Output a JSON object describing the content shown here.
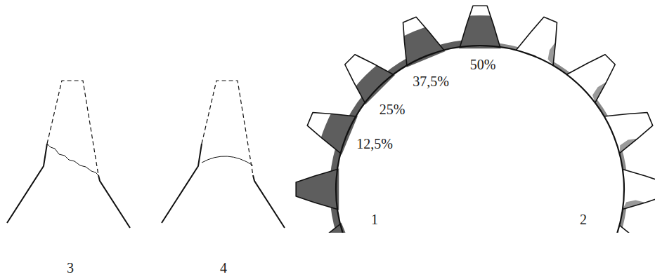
{
  "diagram": {
    "labels": [
      "50%",
      "37,5%",
      "25%",
      "12,5%",
      "1",
      "2",
      "3",
      "4"
    ]
  }
}
